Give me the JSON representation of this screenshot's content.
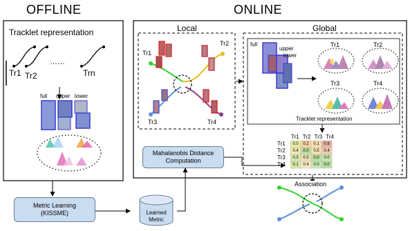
{
  "sections": {
    "offline": "OFFLINE",
    "online": "ONLINE"
  },
  "offline_panel": {
    "title": "Tracklet representation",
    "tracklets": [
      "Tr1",
      "Tr2",
      "Trn"
    ],
    "ellipsis": "……",
    "parts": [
      "full",
      "upper",
      "lower"
    ]
  },
  "local_panel": {
    "title": "Local",
    "tracklets": [
      "Tr1",
      "Tr2",
      "Tr3",
      "Tr4"
    ]
  },
  "global_panel": {
    "title": "Global",
    "parts": [
      "full",
      "upper",
      "lower"
    ],
    "tracklets": [
      "Tr1",
      "Tr2",
      "Tr3",
      "Tr4"
    ],
    "caption": "Tracklet representation"
  },
  "matrix": {
    "col_headers": [
      "Tr1",
      "Tr2",
      "Tr3",
      "Tr4"
    ],
    "row_headers": [
      "Tr1",
      "Tr2",
      "Tr3",
      "Tr4"
    ],
    "cells": [
      [
        "0.0",
        "0.2",
        "0.1",
        "0.9"
      ],
      [
        "0.4",
        "0.0",
        "0.5",
        "0.4"
      ],
      [
        "0.3",
        "0.5",
        "0.0",
        "0.0"
      ],
      [
        "0.1",
        "0.4",
        "0.0",
        "0.0"
      ]
    ]
  },
  "boxes": {
    "mahalanobis": [
      "Mahalanobis Distance",
      "Computation"
    ],
    "metric_learning": [
      "Metric Learning",
      "(KISSME)"
    ],
    "learned_metric": [
      "Learned",
      "Metric"
    ]
  },
  "association": "Association",
  "colors": {
    "box_fill": "#c9dcf0",
    "green": "#2fd12f",
    "yellow": "#e8c020",
    "blue": "#5a8fd6",
    "purple": "#8b3a8b",
    "mountain_pink": "#e05ab0",
    "mountain_teal": "#40c0a0",
    "mountain_orange": "#f0a040"
  }
}
